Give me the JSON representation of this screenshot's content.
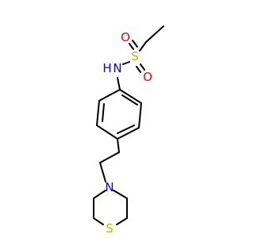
{
  "molecule": {
    "atoms": {
      "sulfonyl_s": {
        "symbol": "S",
        "color": "#b8b800"
      },
      "oxygen_upper": {
        "symbol": "O",
        "color": "#ff0000"
      },
      "oxygen_lower": {
        "symbol": "O",
        "color": "#ff0000"
      },
      "amide_n": {
        "symbol": "N",
        "color": "#0000ff"
      },
      "amide_h": {
        "symbol": "H",
        "color": "#0000ff"
      },
      "ring_n": {
        "symbol": "N",
        "color": "#0000ff"
      },
      "ring_s": {
        "symbol": "S",
        "color": "#b8b800"
      }
    },
    "bond_color": "#000000"
  }
}
